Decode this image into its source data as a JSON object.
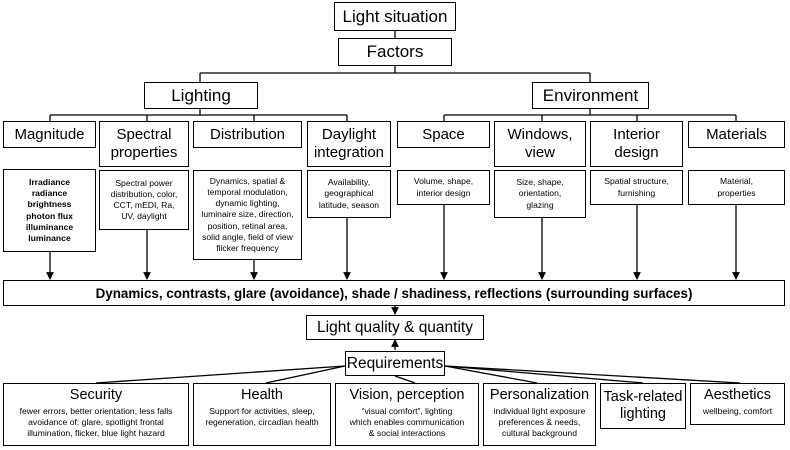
{
  "top": {
    "light_situation": "Light situation",
    "factors": "Factors"
  },
  "groups": {
    "lighting": "Lighting",
    "environment": "Environment"
  },
  "lighting_factors": [
    {
      "title": "Magnitude",
      "desc": "Irradiance\nradiance\nbrightness\nphoton flux\nilluminance\nluminance"
    },
    {
      "title": "Spectral\nproperties",
      "desc": "Spectral power\ndistribution, color,\nCCT, mEDI, Ra,\nUV, daylight"
    },
    {
      "title": "Distribution",
      "desc": "Dynamics, spatial &\ntemporal modulation,\ndynamic lighting,\nluminaire size, direction,\nposition, retinal area,\nsolid angle, field of view\nflicker frequency"
    },
    {
      "title": "Daylight\nintegration",
      "desc": "Availability,\ngeographical\nlatitude, season"
    }
  ],
  "environment_factors": [
    {
      "title": "Space",
      "desc": "Volume, shape,\ninterior design"
    },
    {
      "title": "Windows,\nview",
      "desc": "Size, shape,\norientation,\nglazing"
    },
    {
      "title": "Interior\ndesign",
      "desc": "Spatial structure,\nfurnishing"
    },
    {
      "title": "Materials",
      "desc": "Material,\nproperties"
    }
  ],
  "dynamics_bar": "Dynamics, contrasts, glare (avoidance), shade / shadiness, reflections (surrounding surfaces)",
  "light_quality": "Light quality & quantity",
  "requirements": "Requirements",
  "requirement_items": [
    {
      "title": "Security",
      "desc": "fewer errors, better orientation, less falls\navoidance of: glare, spotlight frontal\nillumination, flicker, blue light hazard"
    },
    {
      "title": "Health",
      "desc": "Support for activities, sleep,\nregeneration, circadian health"
    },
    {
      "title": "Vision, perception",
      "desc": "“visual comfort”, lighting\nwhich enables communication\n& social interactions"
    },
    {
      "title": "Personalization",
      "desc": "individual light exposure\npreferences & needs,\ncultural background"
    },
    {
      "title": "Task-related\nlighting",
      "desc": ""
    },
    {
      "title": "Aesthetics",
      "desc": "wellbeing, comfort"
    }
  ]
}
